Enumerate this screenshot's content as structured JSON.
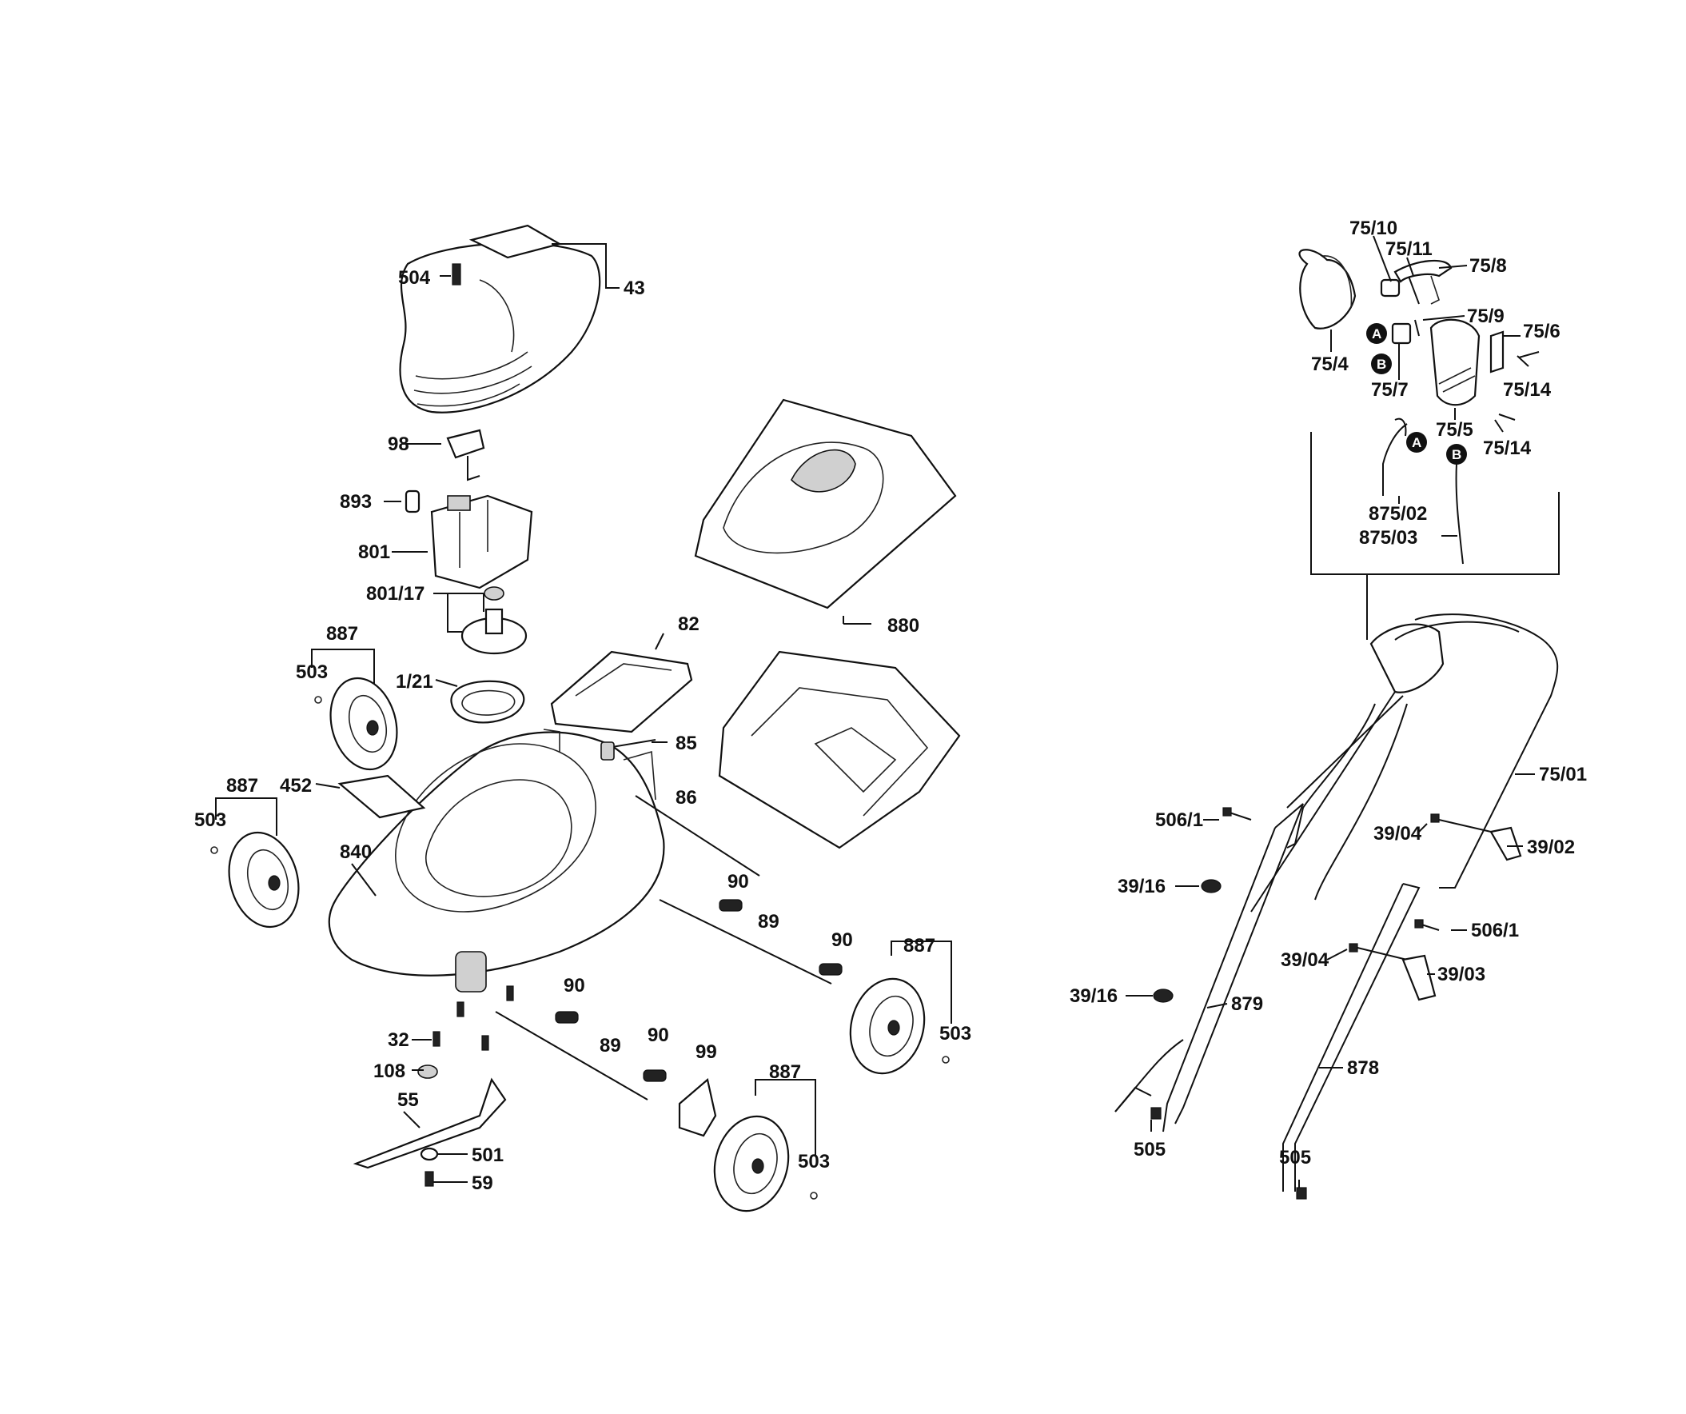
{
  "labels": {
    "l504": "504",
    "l43": "43",
    "l98": "98",
    "l893": "893",
    "l801": "801",
    "l801_17": "801/17",
    "l887_a": "887",
    "l503_a": "503",
    "l1_21": "1/21",
    "l82": "82",
    "l880": "880",
    "l85": "85",
    "l452": "452",
    "l887_b": "887",
    "l503_b": "503",
    "l86": "86",
    "l840": "840",
    "l90_a": "90",
    "l89_a": "89",
    "l90_b": "90",
    "l887_c": "887",
    "l503_c": "503",
    "l90_c": "90",
    "l32": "32",
    "l89_b": "89",
    "l90_d": "90",
    "l99": "99",
    "l108": "108",
    "l55": "55",
    "l501": "501",
    "l59": "59",
    "l887_d": "887",
    "l503_d": "503",
    "l75_10": "75/10",
    "l75_11": "75/11",
    "l75_8": "75/8",
    "l75_9": "75/9",
    "l75_6": "75/6",
    "l75_4": "75/4",
    "l75_7": "75/7",
    "l75_14_a": "75/14",
    "l75_5": "75/5",
    "l75_14_b": "75/14",
    "l875_02": "875/02",
    "l875_03": "875/03",
    "l75_01": "75/01",
    "l506_1_a": "506/1",
    "l39_04_a": "39/04",
    "l39_02": "39/02",
    "l39_16_a": "39/16",
    "l506_1_b": "506/1",
    "l39_04_b": "39/04",
    "l39_03": "39/03",
    "l39_16_b": "39/16",
    "l879": "879",
    "l878": "878",
    "l505_a": "505",
    "l505_b": "505"
  },
  "badges": {
    "a1": "A",
    "b1": "B",
    "a2": "A",
    "b2": "B"
  }
}
